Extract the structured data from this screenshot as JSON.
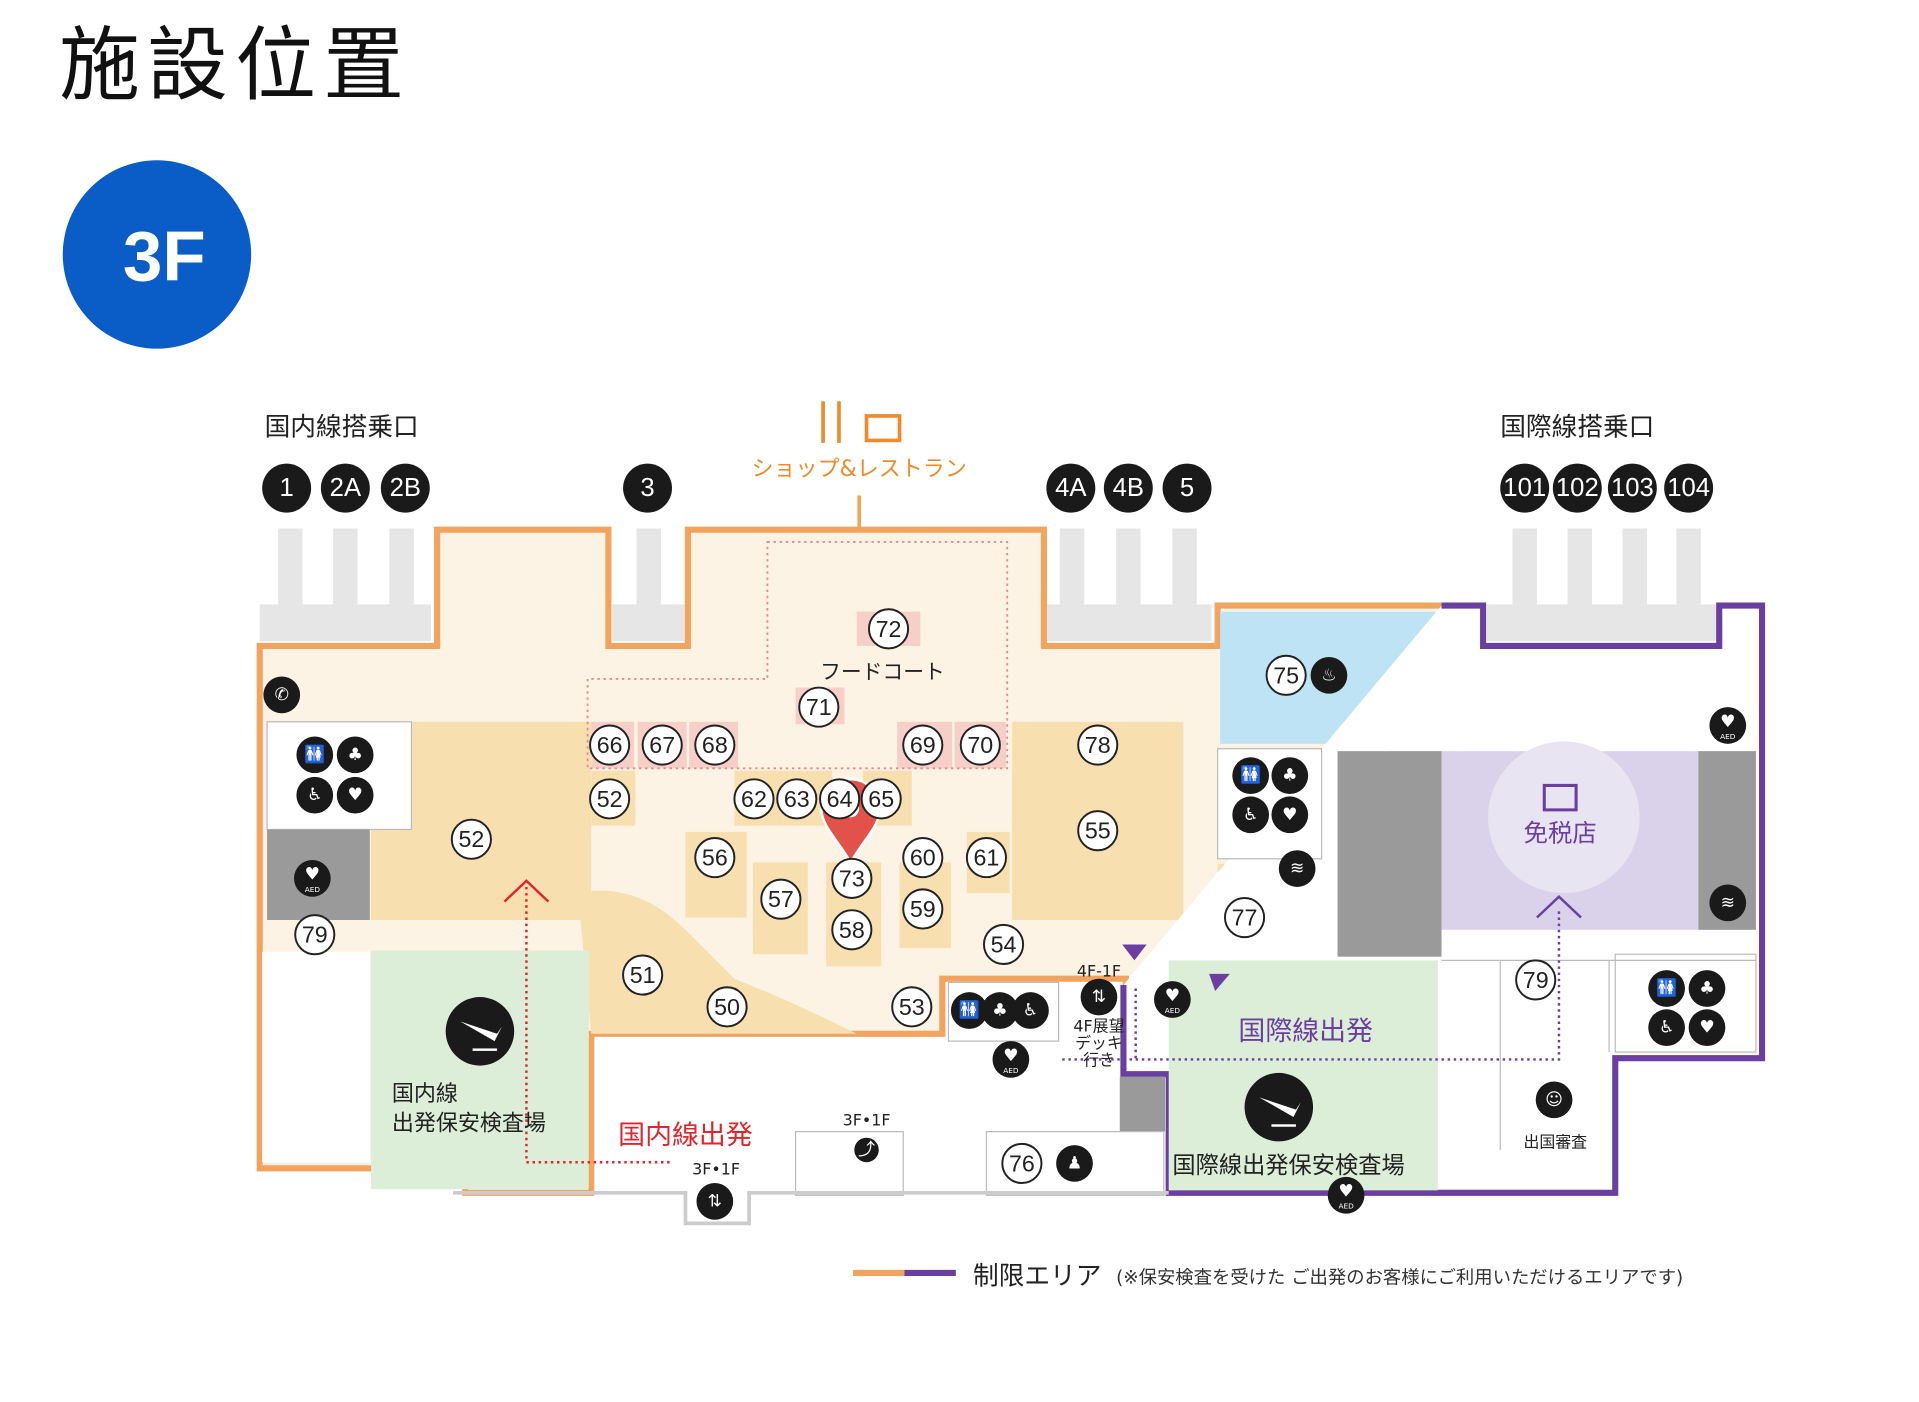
{
  "page_title": "施設位置",
  "floor_badge": "3F",
  "colors": {
    "floor_badge": "#0a5cc7",
    "domestic_restricted": "#f2a35e",
    "international_restricted": "#6b3fa0",
    "domestic_departure_text": "#e0252b",
    "international_departure_text": "#6b3fa0",
    "shop_restaurant": "#f08a2a",
    "pin": "#e2524a"
  },
  "map": {
    "domestic_boarding_label": "国内線搭乗口",
    "international_boarding_label": "国際線搭乗口",
    "shop_restaurant_label": "ショップ&レストラン",
    "food_court_label": "フードコート",
    "domestic_security_label": [
      "国内線",
      "出発保安検査場"
    ],
    "domestic_departure_label": "国内線出発",
    "international_departure_label": "国際線出発",
    "international_security_label": "国際線出発保安検査場",
    "duty_free_label": "免税店",
    "emigration_label": "出国審査",
    "elevator_3f1f_a": "3F•1F",
    "elevator_3f1f_b": "3F•1F",
    "elevator_4f1f": "4F-1F",
    "deck_label": [
      "4F展望",
      "デッキ",
      "行き"
    ],
    "aed_label": "AED",
    "gates_domestic": [
      "1",
      "2A",
      "2B",
      "3",
      "4A",
      "4B",
      "5"
    ],
    "gates_international": [
      "101",
      "102",
      "103",
      "104"
    ],
    "stores": [
      "72",
      "71",
      "66",
      "67",
      "68",
      "69",
      "70",
      "78",
      "52",
      "62",
      "63",
      "64",
      "65",
      "52",
      "56",
      "60",
      "61",
      "55",
      "73",
      "57",
      "59",
      "58",
      "54",
      "77",
      "51",
      "50",
      "53",
      "79",
      "79",
      "75",
      "76"
    ]
  },
  "legend": {
    "label": "制限エリア",
    "note": "(※保安検査を受けた ご出発のお客様にご利用いただけるエリアです)"
  }
}
